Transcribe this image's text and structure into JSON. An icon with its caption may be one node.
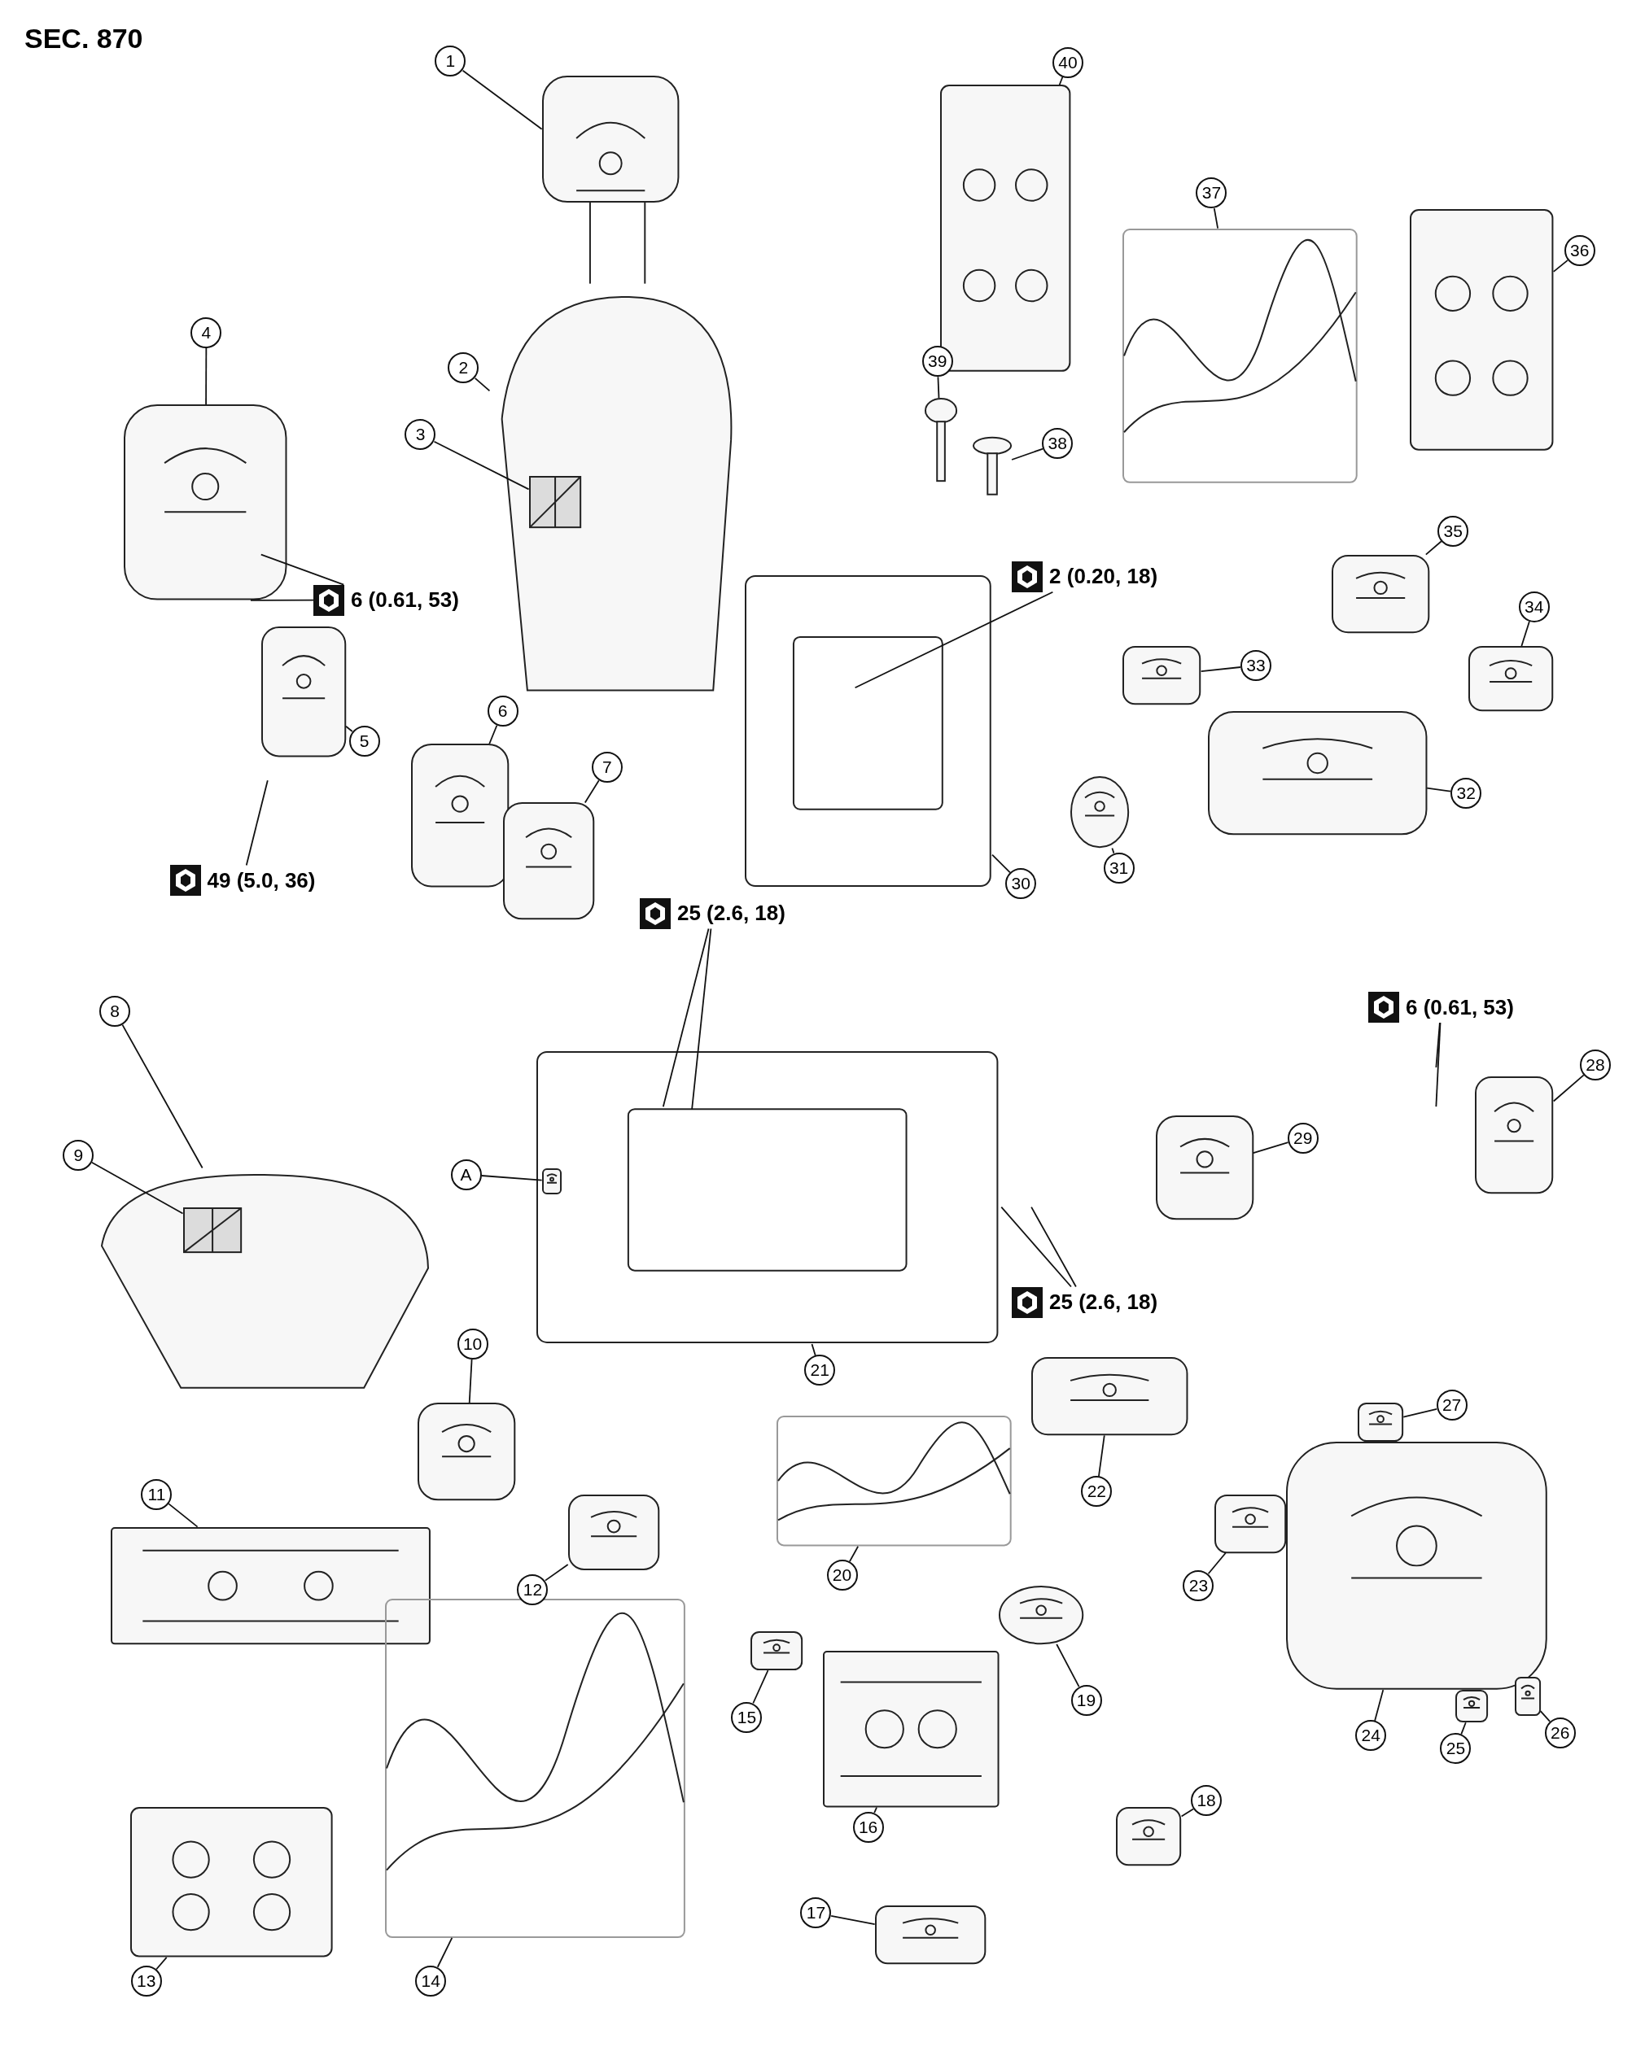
{
  "diagram": {
    "title": "SEC. 870",
    "nodes": [
      {
        "text": [
          "1"
        ]
      },
      {
        "text": [],
        "shape": "picture"
      },
      {
        "text": [
          "2"
        ]
      },
      {
        "text": [],
        "shape": "picture"
      },
      {
        "text": [
          "3"
        ]
      },
      {
        "text": [],
        "shape": "picture",
        "in": 3
      },
      {
        "text": [
          "4"
        ]
      },
      {
        "text": [],
        "shape": "picture"
      },
      {
        "text": [
          "5"
        ]
      },
      {
        "text": [],
        "shape": "picture"
      },
      {
        "text": [
          "6"
        ]
      },
      {
        "text": [],
        "shape": "picture"
      },
      {
        "text": [
          "7"
        ]
      },
      {
        "text": [],
        "shape": "picture"
      },
      {
        "text": [
          "8"
        ]
      },
      {
        "text": [],
        "shape": "picture"
      },
      {
        "text": [
          "9"
        ]
      },
      {
        "text": [],
        "shape": "picture",
        "in": 15
      },
      {
        "text": [
          "10"
        ]
      },
      {
        "text": [],
        "shape": "picture"
      },
      {
        "text": [
          "11"
        ]
      },
      {
        "text": [],
        "shape": "picture"
      },
      {
        "text": [
          "12"
        ]
      },
      {
        "text": [],
        "shape": "picture"
      },
      {
        "text": [
          "13"
        ]
      },
      {
        "text": [],
        "shape": "picture"
      },
      {
        "text": [
          "14"
        ]
      },
      {
        "text": [],
        "shape": "picture"
      },
      {
        "text": [
          "15"
        ]
      },
      {
        "text": [],
        "shape": "picture"
      },
      {
        "text": [
          "16"
        ]
      },
      {
        "text": [],
        "shape": "picture"
      },
      {
        "text": [
          "17"
        ]
      },
      {
        "text": [],
        "shape": "picture"
      },
      {
        "text": [
          "18"
        ]
      },
      {
        "text": [],
        "shape": "picture"
      },
      {
        "text": [
          "19"
        ]
      },
      {
        "text": [],
        "shape": "picture"
      },
      {
        "text": [
          "20"
        ]
      },
      {
        "text": [],
        "shape": "picture"
      },
      {
        "text": [
          "21"
        ]
      },
      {
        "text": [],
        "shape": "picture"
      },
      {
        "text": [
          "22"
        ]
      },
      {
        "text": [],
        "shape": "picture"
      },
      {
        "text": [
          "23"
        ]
      },
      {
        "text": [],
        "shape": "picture"
      },
      {
        "text": [
          "24"
        ]
      },
      {
        "text": [],
        "shape": "picture"
      },
      {
        "text": [
          "25"
        ]
      },
      {
        "text": [],
        "shape": "picture"
      },
      {
        "text": [
          "26"
        ]
      },
      {
        "text": [],
        "shape": "picture"
      },
      {
        "text": [
          "27"
        ]
      },
      {
        "text": [],
        "shape": "picture"
      },
      {
        "text": [
          "28"
        ]
      },
      {
        "text": [],
        "shape": "picture"
      },
      {
        "text": [
          "29"
        ]
      },
      {
        "text": [],
        "shape": "picture"
      },
      {
        "text": [
          "30"
        ]
      },
      {
        "text": [],
        "shape": "picture"
      },
      {
        "text": [
          "31"
        ]
      },
      {
        "text": [],
        "shape": "picture"
      },
      {
        "text": [
          "32"
        ]
      },
      {
        "text": [],
        "shape": "picture"
      },
      {
        "text": [
          "33"
        ]
      },
      {
        "text": [],
        "shape": "picture"
      },
      {
        "text": [
          "34"
        ]
      },
      {
        "text": [],
        "shape": "picture"
      },
      {
        "text": [
          "35"
        ]
      },
      {
        "text": [],
        "shape": "picture"
      },
      {
        "text": [
          "36"
        ]
      },
      {
        "text": [],
        "shape": "picture"
      },
      {
        "text": [
          "37"
        ]
      },
      {
        "text": [],
        "shape": "picture"
      },
      {
        "text": [
          "38"
        ]
      },
      {
        "text": [],
        "shape": "picture"
      },
      {
        "text": [
          "39"
        ]
      },
      {
        "text": [],
        "shape": "picture"
      },
      {
        "text": [
          "40"
        ]
      },
      {
        "text": [],
        "shape": "picture"
      },
      {
        "text": [
          "A"
        ]
      },
      {
        "text": [],
        "shape": "picture",
        "in": 41
      },
      {
        "text": [
          "6 (0.61, 53)"
        ]
      },
      {
        "text": [
          "49 (5.0, 36)"
        ]
      },
      {
        "text": [
          "25 (2.6, 18)"
        ]
      },
      {
        "text": [
          "2 (0.20, 18)"
        ]
      },
      {
        "text": [
          "6 (0.61, 53)"
        ]
      },
      {
        "text": [
          "25 (2.6, 18)"
        ]
      }
    ],
    "edges": [
      {
        "from": 0,
        "to": 1,
        "arrow": "none"
      },
      {
        "from": 2,
        "to": 3,
        "arrow": "none"
      },
      {
        "from": 4,
        "to": 5,
        "arrow": "none"
      },
      {
        "from": 6,
        "to": 7,
        "arrow": "none"
      },
      {
        "from": 8,
        "to": 9,
        "arrow": "none"
      },
      {
        "from": 10,
        "to": 11,
        "arrow": "none"
      },
      {
        "from": 12,
        "to": 13,
        "arrow": "none"
      },
      {
        "from": 14,
        "to": 15,
        "arrow": "none"
      },
      {
        "from": 16,
        "to": 17,
        "arrow": "none"
      },
      {
        "from": 18,
        "to": 19,
        "arrow": "none"
      },
      {
        "from": 20,
        "to": 21,
        "arrow": "none"
      },
      {
        "from": 22,
        "to": 23,
        "arrow": "none"
      },
      {
        "from": 24,
        "to": 25,
        "arrow": "none"
      },
      {
        "from": 26,
        "to": 27,
        "arrow": "none"
      },
      {
        "from": 28,
        "to": 29,
        "arrow": "none"
      },
      {
        "from": 30,
        "to": 31,
        "arrow": "none"
      },
      {
        "from": 32,
        "to": 33,
        "arrow": "none"
      },
      {
        "from": 34,
        "to": 35,
        "arrow": "none"
      },
      {
        "from": 36,
        "to": 37,
        "arrow": "none"
      },
      {
        "from": 38,
        "to": 39,
        "arrow": "none"
      },
      {
        "from": 40,
        "to": 41,
        "arrow": "none"
      },
      {
        "from": 42,
        "to": 43,
        "arrow": "none"
      },
      {
        "from": 44,
        "to": 45,
        "arrow": "none"
      },
      {
        "from": 46,
        "to": 47,
        "arrow": "none"
      },
      {
        "from": 48,
        "to": 49,
        "arrow": "none"
      },
      {
        "from": 50,
        "to": 51,
        "arrow": "none"
      },
      {
        "from": 52,
        "to": 53,
        "arrow": "none"
      },
      {
        "from": 54,
        "to": 55,
        "arrow": "none"
      },
      {
        "from": 56,
        "to": 57,
        "arrow": "none"
      },
      {
        "from": 58,
        "to": 59,
        "arrow": "none"
      },
      {
        "from": 60,
        "to": 61,
        "arrow": "none"
      },
      {
        "from": 62,
        "to": 63,
        "arrow": "none"
      },
      {
        "from": 64,
        "to": 65,
        "arrow": "none"
      },
      {
        "from": 66,
        "to": 67,
        "arrow": "none"
      },
      {
        "from": 68,
        "to": 69,
        "arrow": "none"
      },
      {
        "from": 70,
        "to": 71,
        "arrow": "none"
      },
      {
        "from": 72,
        "to": 73,
        "arrow": "none"
      },
      {
        "from": 74,
        "to": 75,
        "arrow": "none"
      },
      {
        "from": 76,
        "to": 77,
        "arrow": "none"
      },
      {
        "from": 78,
        "to": 79,
        "arrow": "none"
      },
      {
        "from": 80,
        "to": 81,
        "arrow": "none"
      },
      {
        "from": 82,
        "to": 7,
        "arrow": "none"
      },
      {
        "from": 82,
        "to": 7,
        "arrow": "none"
      },
      {
        "from": 83,
        "to": 9,
        "arrow": "none"
      },
      {
        "from": 84,
        "to": 41,
        "arrow": "none"
      },
      {
        "from": 84,
        "to": 41,
        "arrow": "none"
      },
      {
        "from": 85,
        "to": 59,
        "arrow": "none"
      },
      {
        "from": 86,
        "to": null,
        "arrow": "none"
      },
      {
        "from": 86,
        "to": null,
        "arrow": "none"
      },
      {
        "from": 87,
        "to": 41,
        "arrow": "none"
      },
      {
        "from": 87,
        "to": null,
        "arrow": "none"
      }
    ]
  }
}
